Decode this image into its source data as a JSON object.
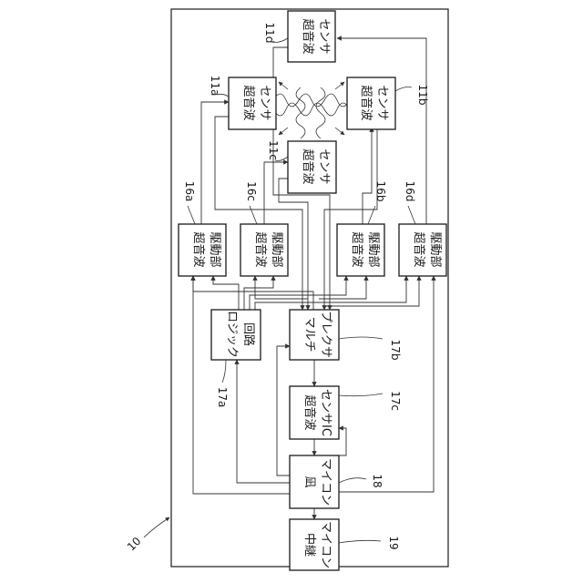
{
  "system_ref": "10",
  "blocks": {
    "sensor_11d": {
      "line1": "超音波",
      "line2": "センサ",
      "ref": "11d"
    },
    "sensor_11a": {
      "line1": "超音波",
      "line2": "センサ",
      "ref": "11a"
    },
    "sensor_11b": {
      "line1": "超音波",
      "line2": "センサ",
      "ref": "11b"
    },
    "sensor_11c": {
      "line1": "超音波",
      "line2": "センサ",
      "ref": "11c"
    },
    "driver_16a": {
      "line1": "超音波",
      "line2": "駆動部",
      "ref": "16a"
    },
    "driver_16c": {
      "line1": "超音波",
      "line2": "駆動部",
      "ref": "16c"
    },
    "driver_16b": {
      "line1": "超音波",
      "line2": "駆動部",
      "ref": "16b"
    },
    "driver_16d": {
      "line1": "超音波",
      "line2": "駆動部",
      "ref": "16d"
    },
    "logic_17a": {
      "line1": "ロジック",
      "line2": "回路",
      "ref": "17a"
    },
    "mux_17b": {
      "line1": "マルチ",
      "line2": "プレクサ",
      "ref": "17b"
    },
    "ic_17c": {
      "line1": "超音波",
      "line2": "センサIC",
      "ref": "17c"
    },
    "mcu_18": {
      "line1": "凪",
      "line2": "マイコン",
      "ref": "18"
    },
    "relay_19": {
      "line1": "中継",
      "line2": "マイコン",
      "ref": "19"
    }
  }
}
